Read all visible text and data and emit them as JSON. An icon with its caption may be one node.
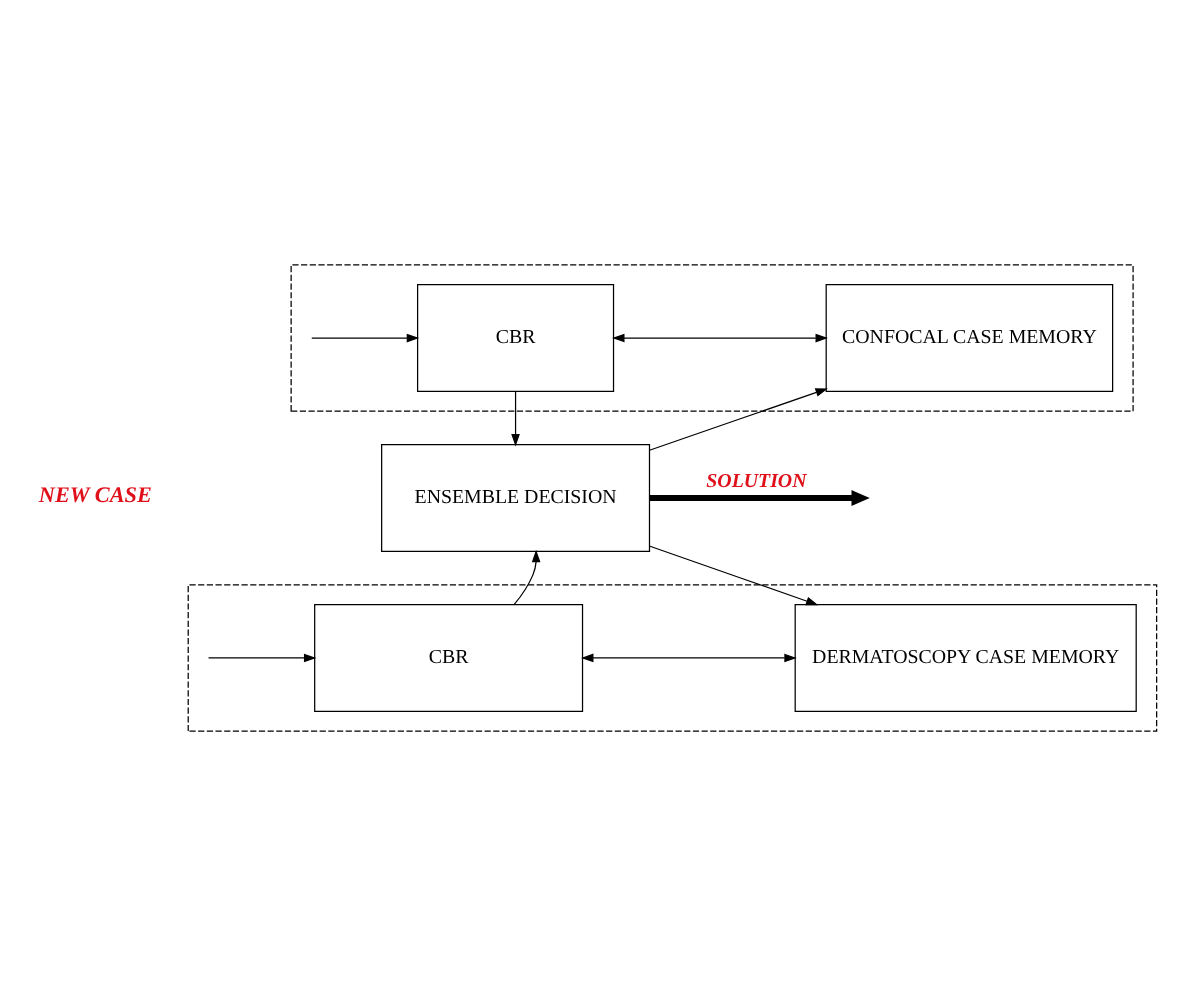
{
  "diagram": {
    "nodes": [
      {
        "text": [],
        "shape": "box"
      },
      {
        "text": [
          "CBR"
        ],
        "in": 0
      },
      {
        "text": [
          "CONFOCAL CASE MEMORY"
        ],
        "in": 0
      },
      {
        "text": [
          "ENSEMBLE DECISION"
        ]
      },
      {
        "text": [],
        "shape": "box"
      },
      {
        "text": [
          "CBR"
        ],
        "in": 4
      },
      {
        "text": [
          "DERMATOSCOPY CASE MEMORY"
        ],
        "in": 4
      }
    ],
    "edges": [
      {
        "from": null,
        "to": 1,
        "arrow": "to"
      },
      {
        "from": 1,
        "to": 2,
        "arrow": "both"
      },
      {
        "from": 1,
        "to": 3,
        "arrow": "to"
      },
      {
        "from": 3,
        "to": 2,
        "arrow": "to"
      },
      {
        "from": 3,
        "to": null,
        "arrow": "to",
        "label": "SOLUTION",
        "style": "thick"
      },
      {
        "from": 3,
        "to": 6,
        "arrow": "to"
      },
      {
        "from": 5,
        "to": 3,
        "arrow": "to"
      },
      {
        "from": null,
        "to": 5,
        "arrow": "to"
      },
      {
        "from": 5,
        "to": 6,
        "arrow": "both"
      }
    ],
    "labels": [
      "NEW CASE"
    ]
  }
}
